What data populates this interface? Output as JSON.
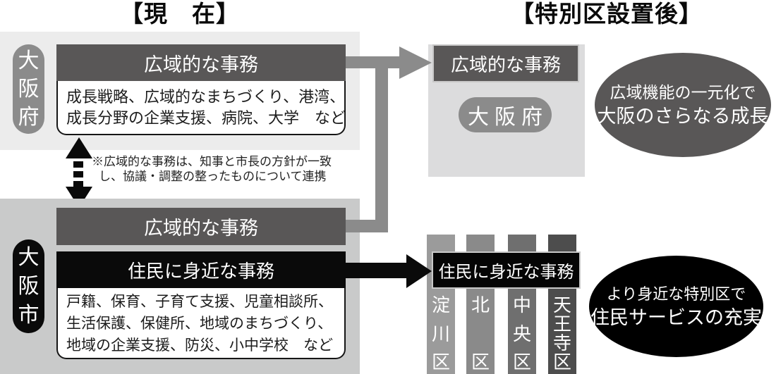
{
  "titles": {
    "current": "【現　在】",
    "after": "【特別区設置後】"
  },
  "current": {
    "prefecture": {
      "label": "大阪府",
      "header": "広域的な事務",
      "body_lines": {
        "l1": "成長戦略、広域的なまちづくり、港湾、",
        "l2": "成長分野の企業支援、病院、大学　など"
      }
    },
    "note": {
      "l1": "※広域的な事務は、知事と市長の方針が一致",
      "l2": "し、協議・調整の整ったものについて連携"
    },
    "city": {
      "label": "大阪市",
      "header_wide": "広域的な事務",
      "header_local": "住民に身近な事務",
      "body_lines": {
        "l1": "戸籍、保育、子育て支援、児童相談所、",
        "l2": "生活保護、保健所、地域のまちづくり、",
        "l3": "地域の企業支援、防災、小中学校　など"
      }
    }
  },
  "after": {
    "prefecture": {
      "header": "広域的な事務",
      "label": "大阪府"
    },
    "growth_ellipse": {
      "l1": "広域機能の一元化で",
      "l2": "大阪のさらなる成長"
    },
    "local_header": "住民に身近な事務",
    "wards": [
      {
        "name": "淀川区",
        "color": "#9b9b9b"
      },
      {
        "name": "北区",
        "color": "#8a8a8a"
      },
      {
        "name": "中央区",
        "color": "#6f6f6f"
      },
      {
        "name": "天王寺区",
        "color": "#4d4d4d"
      }
    ],
    "service_ellipse": {
      "l1": "より身近な特別区で",
      "l2": "住民サービスの充実"
    }
  },
  "colors": {
    "header_dark": "#595757",
    "arrow_gray": "#8b8b8b",
    "panel_pref": "#ececec",
    "panel_city": "#c9caca",
    "panel_after": "#dcdcdd",
    "black": "#0a0a0a"
  }
}
